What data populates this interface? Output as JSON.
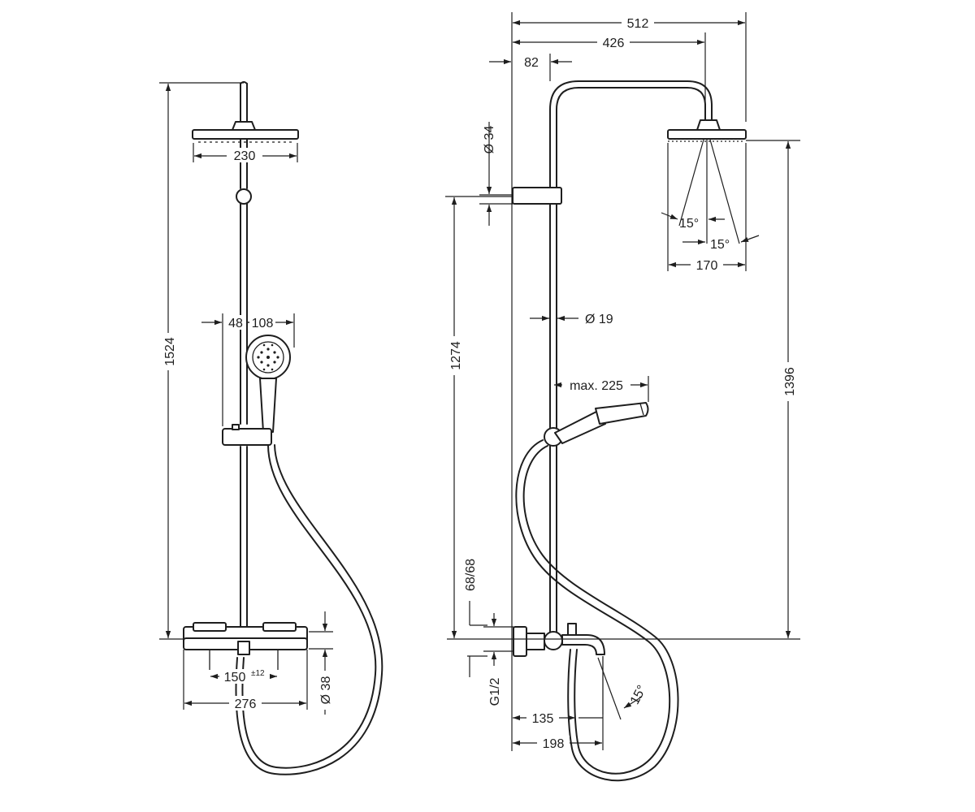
{
  "front_view": {
    "overall_height": "1524",
    "head_width": "230",
    "handshower_offset": "48",
    "handshower_diameter": "108",
    "thermostat_center": "150",
    "thermostat_tolerance": "±12",
    "thermostat_width": "276",
    "thermostat_diameter": "Ø 38"
  },
  "side_view": {
    "total_projection": "512",
    "arm_length": "426",
    "wall_offset": "82",
    "bracket_diameter": "Ø 34",
    "riser_height": "1274",
    "riser_diameter": "Ø 19",
    "head_height": "1396",
    "head_diameter": "170",
    "spray_angle_inner": "15°",
    "spray_angle_outer": "15°",
    "handshower_reach": "max. 225",
    "connection_spacing": "68/68",
    "connection_thread": "G1/2",
    "spout_angle": "15°",
    "spout_projection_short": "135",
    "spout_projection_long": "198"
  }
}
